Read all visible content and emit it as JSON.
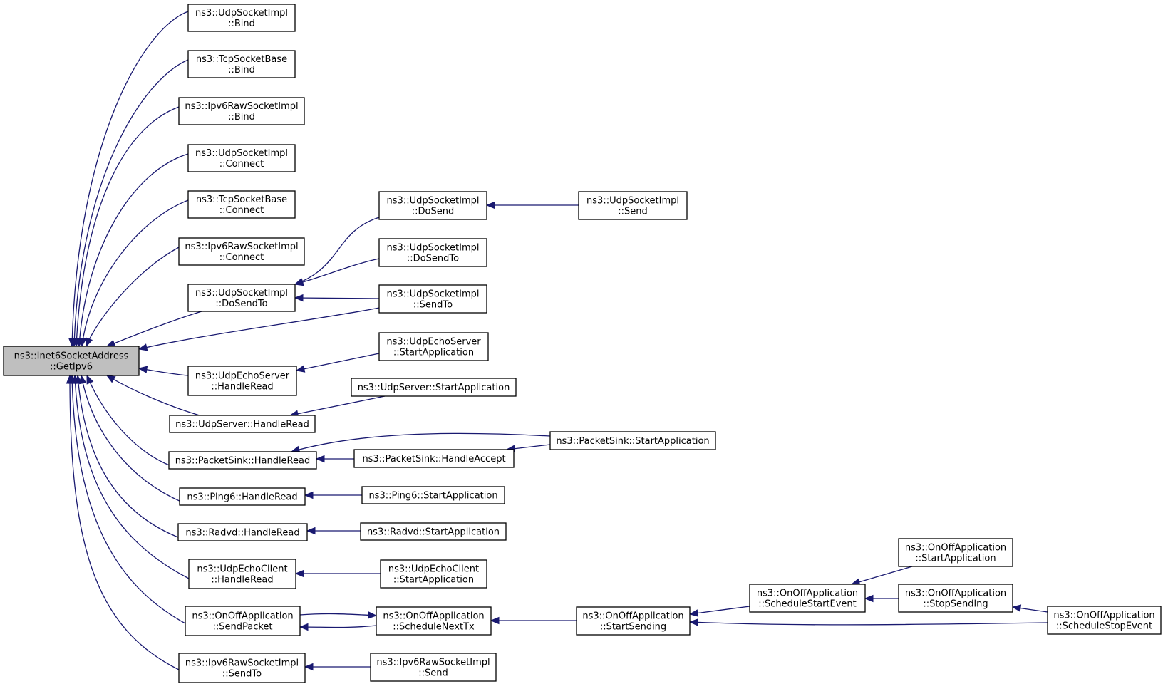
{
  "colors": {
    "edge": "#191970",
    "root_fill": "#bfbfbf",
    "node_fill": "#ffffff",
    "border": "#000000"
  },
  "nodes": {
    "getipv6": {
      "lines": [
        "ns3::Inet6SocketAddress",
        "::GetIpv6"
      ],
      "root": true
    },
    "udp_bind": {
      "lines": [
        "ns3::UdpSocketImpl",
        "::Bind"
      ]
    },
    "tcp_bind": {
      "lines": [
        "ns3::TcpSocketBase",
        "::Bind"
      ]
    },
    "raw_bind": {
      "lines": [
        "ns3::Ipv6RawSocketImpl",
        "::Bind"
      ]
    },
    "udp_connect": {
      "lines": [
        "ns3::UdpSocketImpl",
        "::Connect"
      ]
    },
    "tcp_connect": {
      "lines": [
        "ns3::TcpSocketBase",
        "::Connect"
      ]
    },
    "raw_connect": {
      "lines": [
        "ns3::Ipv6RawSocketImpl",
        "::Connect"
      ]
    },
    "udp_dosendto": {
      "lines": [
        "ns3::UdpSocketImpl",
        "::DoSendTo"
      ]
    },
    "echosrv_read": {
      "lines": [
        "ns3::UdpEchoServer",
        "::HandleRead"
      ]
    },
    "udpsrv_read": {
      "lines": [
        "ns3::UdpServer::HandleRead"
      ]
    },
    "sink_read": {
      "lines": [
        "ns3::PacketSink::HandleRead"
      ]
    },
    "ping_read": {
      "lines": [
        "ns3::Ping6::HandleRead"
      ]
    },
    "radvd_read": {
      "lines": [
        "ns3::Radvd::HandleRead"
      ]
    },
    "echocli_read": {
      "lines": [
        "ns3::UdpEchoClient",
        "::HandleRead"
      ]
    },
    "onoff_sendpkt": {
      "lines": [
        "ns3::OnOffApplication",
        "::SendPacket"
      ]
    },
    "raw_sendto": {
      "lines": [
        "ns3::Ipv6RawSocketImpl",
        "::SendTo"
      ]
    },
    "udp_dosend": {
      "lines": [
        "ns3::UdpSocketImpl",
        "::DoSend"
      ]
    },
    "udp_dosendto2": {
      "lines": [
        "ns3::UdpSocketImpl",
        "::DoSendTo"
      ]
    },
    "udp_sendto": {
      "lines": [
        "ns3::UdpSocketImpl",
        "::SendTo"
      ]
    },
    "echosrv_start": {
      "lines": [
        "ns3::UdpEchoServer",
        "::StartApplication"
      ]
    },
    "udpsrv_start": {
      "lines": [
        "ns3::UdpServer::StartApplication"
      ]
    },
    "sink_accept": {
      "lines": [
        "ns3::PacketSink::HandleAccept"
      ]
    },
    "ping_start": {
      "lines": [
        "ns3::Ping6::StartApplication"
      ]
    },
    "radvd_start": {
      "lines": [
        "ns3::Radvd::StartApplication"
      ]
    },
    "echocli_start": {
      "lines": [
        "ns3::UdpEchoClient",
        "::StartApplication"
      ]
    },
    "onoff_schednext": {
      "lines": [
        "ns3::OnOffApplication",
        "::ScheduleNextTx"
      ]
    },
    "raw_send": {
      "lines": [
        "ns3::Ipv6RawSocketImpl",
        "::Send"
      ]
    },
    "udp_send": {
      "lines": [
        "ns3::UdpSocketImpl",
        "::Send"
      ]
    },
    "sink_start": {
      "lines": [
        "ns3::PacketSink::StartApplication"
      ]
    },
    "onoff_startsend": {
      "lines": [
        "ns3::OnOffApplication",
        "::StartSending"
      ]
    },
    "onoff_schedstart": {
      "lines": [
        "ns3::OnOffApplication",
        "::ScheduleStartEvent"
      ]
    },
    "onoff_startapp": {
      "lines": [
        "ns3::OnOffApplication",
        "::StartApplication"
      ]
    },
    "onoff_stopsend": {
      "lines": [
        "ns3::OnOffApplication",
        "::StopSending"
      ]
    },
    "onoff_schedstop": {
      "lines": [
        "ns3::OnOffApplication",
        "::ScheduleStopEvent"
      ]
    }
  },
  "edges": [
    [
      "udp_bind",
      "getipv6"
    ],
    [
      "tcp_bind",
      "getipv6"
    ],
    [
      "raw_bind",
      "getipv6"
    ],
    [
      "udp_connect",
      "getipv6"
    ],
    [
      "tcp_connect",
      "getipv6"
    ],
    [
      "raw_connect",
      "getipv6"
    ],
    [
      "udp_dosendto",
      "getipv6"
    ],
    [
      "udp_sendto",
      "getipv6"
    ],
    [
      "echosrv_read",
      "getipv6"
    ],
    [
      "udpsrv_read",
      "getipv6"
    ],
    [
      "sink_read",
      "getipv6"
    ],
    [
      "ping_read",
      "getipv6"
    ],
    [
      "radvd_read",
      "getipv6"
    ],
    [
      "echocli_read",
      "getipv6"
    ],
    [
      "onoff_sendpkt",
      "getipv6"
    ],
    [
      "raw_sendto",
      "getipv6"
    ],
    [
      "udp_dosend",
      "udp_dosendto"
    ],
    [
      "udp_dosendto2",
      "udp_dosendto"
    ],
    [
      "udp_sendto",
      "udp_dosendto"
    ],
    [
      "udp_send",
      "udp_dosend"
    ],
    [
      "echosrv_start",
      "echosrv_read"
    ],
    [
      "udpsrv_start",
      "udpsrv_read"
    ],
    [
      "sink_start",
      "sink_read"
    ],
    [
      "sink_accept",
      "sink_read"
    ],
    [
      "sink_start",
      "sink_accept"
    ],
    [
      "ping_start",
      "ping_read"
    ],
    [
      "radvd_start",
      "radvd_read"
    ],
    [
      "echocli_start",
      "echocli_read"
    ],
    [
      "onoff_schednext",
      "onoff_sendpkt"
    ],
    [
      "onoff_sendpkt",
      "onoff_schednext"
    ],
    [
      "onoff_startsend",
      "onoff_schednext"
    ],
    [
      "raw_send",
      "raw_sendto"
    ],
    [
      "onoff_schedstart",
      "onoff_startsend"
    ],
    [
      "onoff_schedstop",
      "onoff_startsend"
    ],
    [
      "onoff_startapp",
      "onoff_schedstart"
    ],
    [
      "onoff_stopsend",
      "onoff_schedstart"
    ],
    [
      "onoff_schedstop",
      "onoff_stopsend"
    ]
  ]
}
